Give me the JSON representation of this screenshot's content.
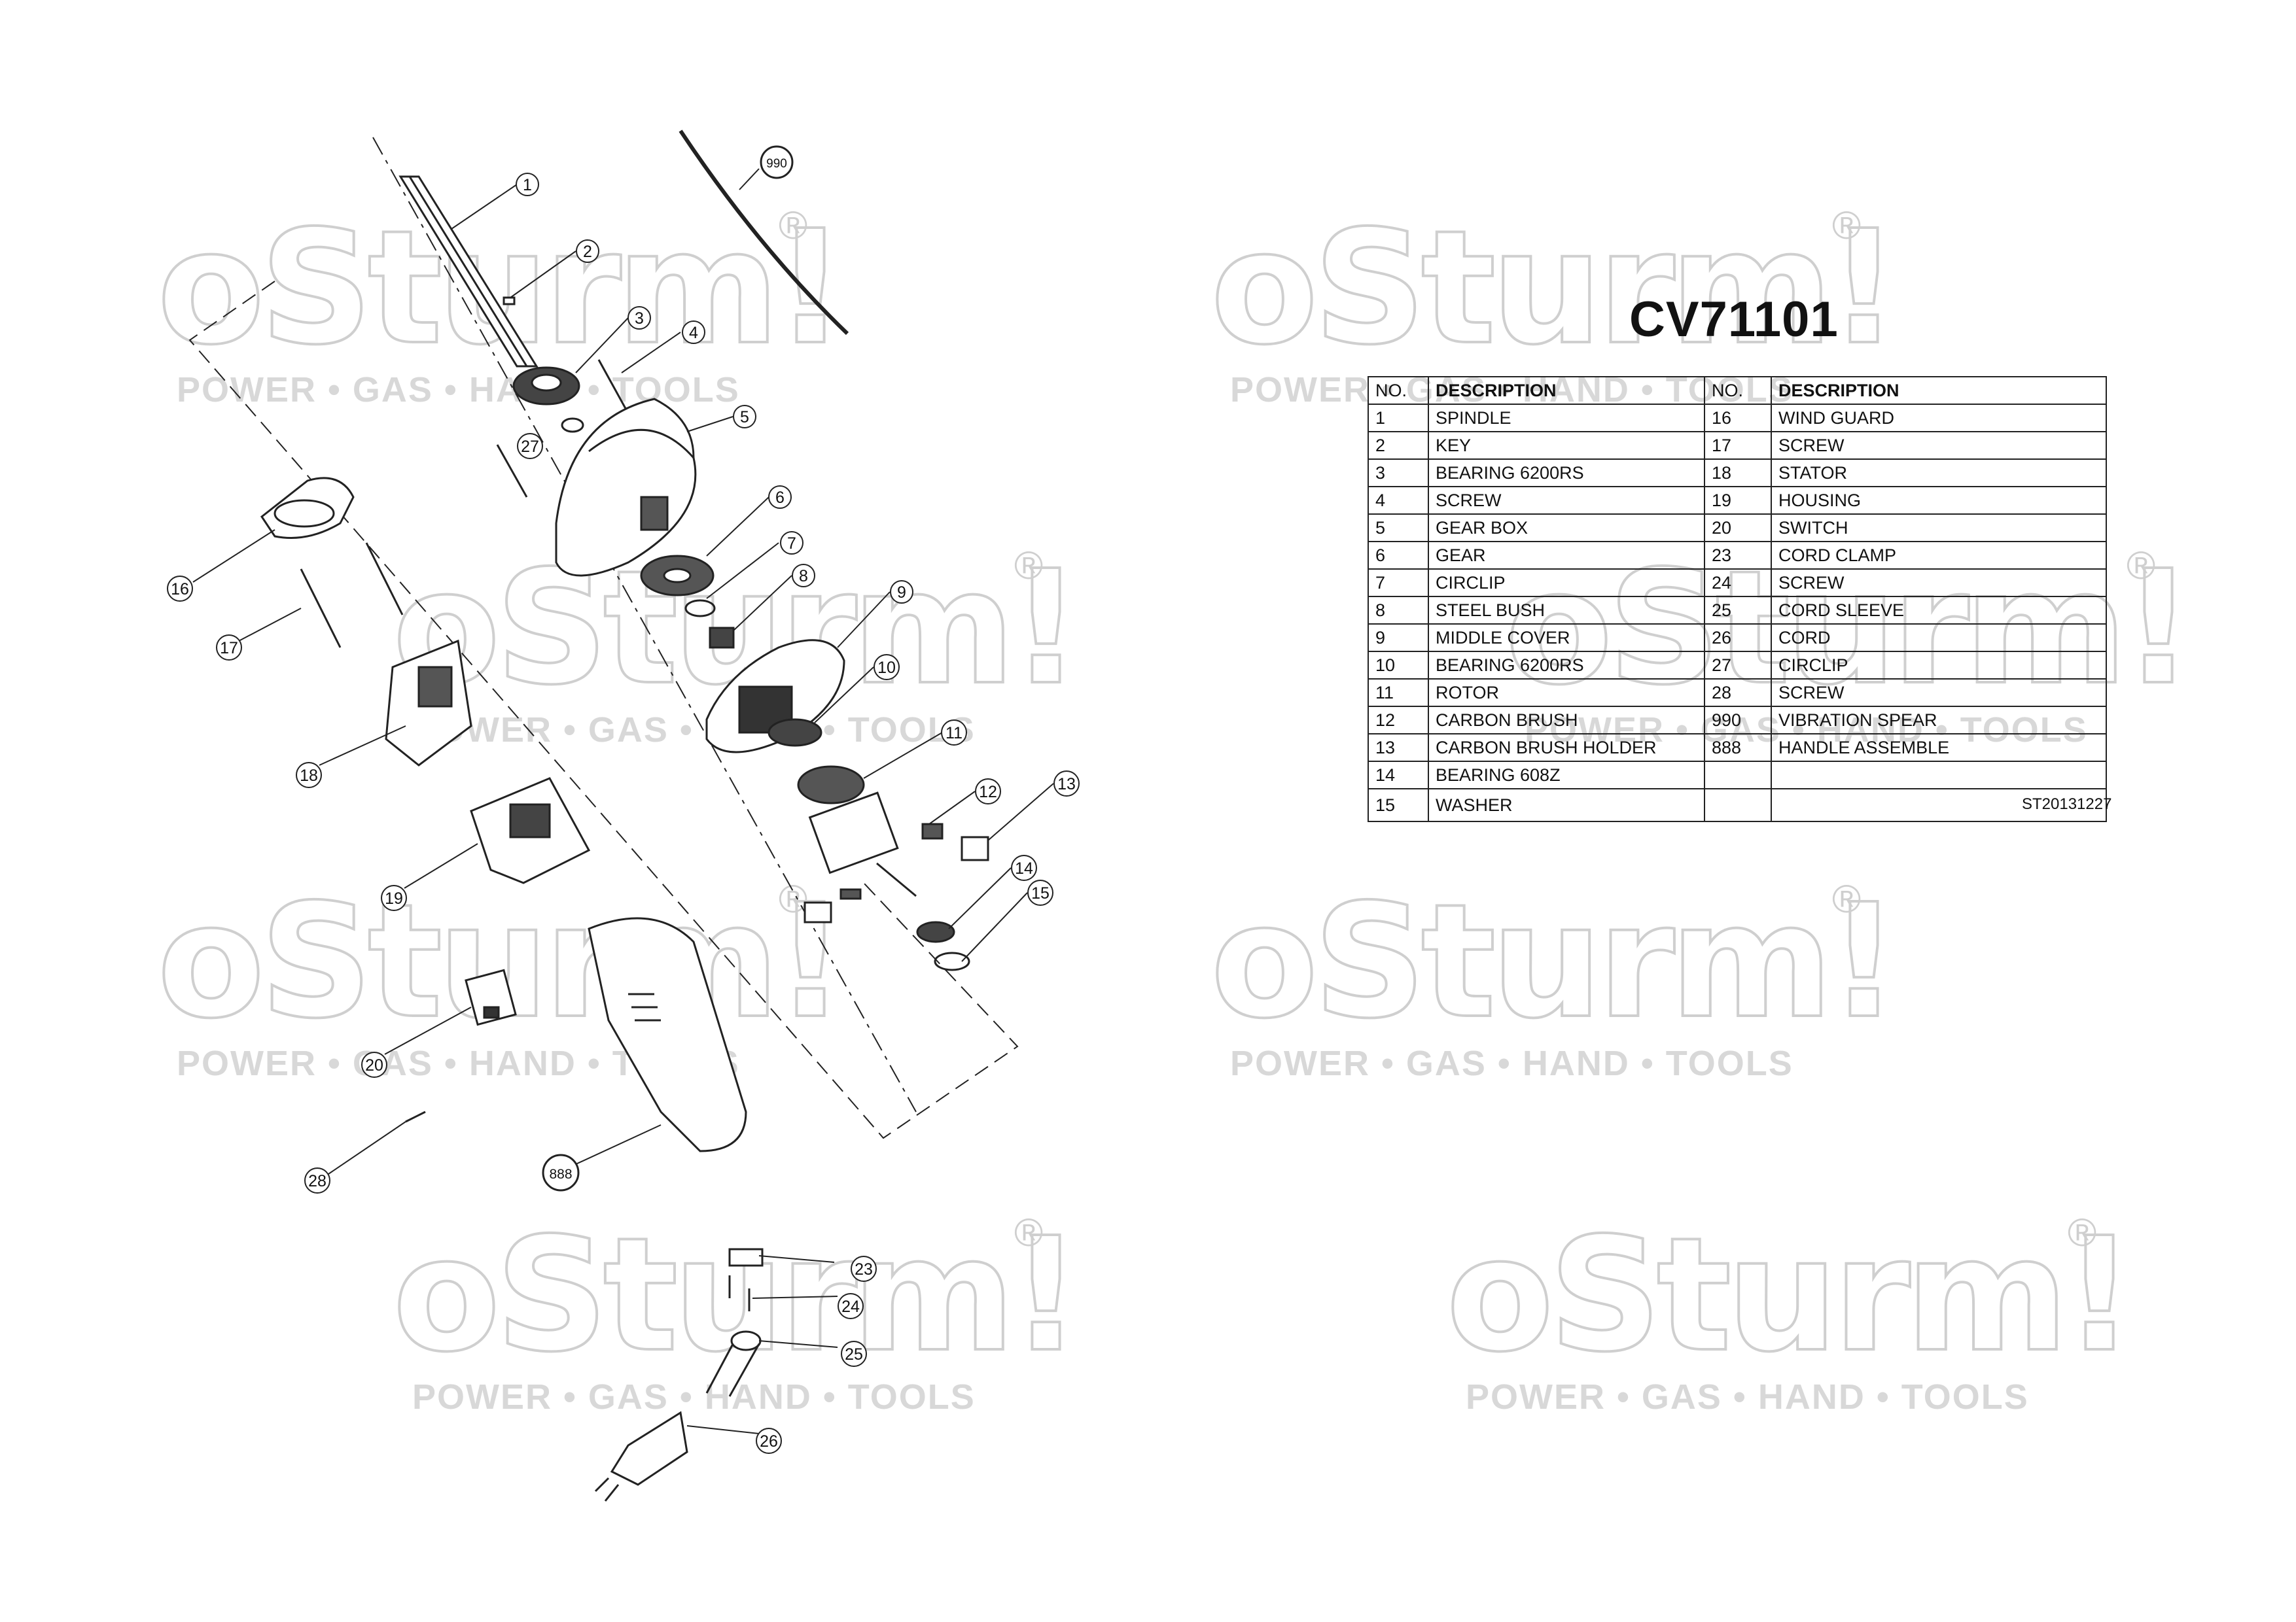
{
  "watermark": {
    "logo": "oSturm!",
    "registered": "®",
    "tagline": "POWER • GAS • HAND • TOOLS"
  },
  "model": "CV71101",
  "table": {
    "headers": {
      "no": "NO.",
      "description": "DESCRIPTION"
    },
    "left": [
      {
        "no": "1",
        "desc": "SPINDLE"
      },
      {
        "no": "2",
        "desc": "KEY"
      },
      {
        "no": "3",
        "desc": "BEARING 6200RS"
      },
      {
        "no": "4",
        "desc": "SCREW"
      },
      {
        "no": "5",
        "desc": "GEAR BOX"
      },
      {
        "no": "6",
        "desc": "GEAR"
      },
      {
        "no": "7",
        "desc": "CIRCLIP"
      },
      {
        "no": "8",
        "desc": "STEEL BUSH"
      },
      {
        "no": "9",
        "desc": "MIDDLE COVER"
      },
      {
        "no": "10",
        "desc": "BEARING 6200RS"
      },
      {
        "no": "11",
        "desc": "ROTOR"
      },
      {
        "no": "12",
        "desc": "CARBON BRUSH"
      },
      {
        "no": "13",
        "desc": "CARBON BRUSH HOLDER"
      },
      {
        "no": "14",
        "desc": "BEARING 608Z"
      },
      {
        "no": "15",
        "desc": "WASHER"
      }
    ],
    "right": [
      {
        "no": "16",
        "desc": "WIND GUARD"
      },
      {
        "no": "17",
        "desc": "SCREW"
      },
      {
        "no": "18",
        "desc": "STATOR"
      },
      {
        "no": "19",
        "desc": "HOUSING"
      },
      {
        "no": "20",
        "desc": "SWITCH"
      },
      {
        "no": "23",
        "desc": "CORD CLAMP"
      },
      {
        "no": "24",
        "desc": "SCREW"
      },
      {
        "no": "25",
        "desc": "CORD SLEEVE"
      },
      {
        "no": "26",
        "desc": "CORD"
      },
      {
        "no": "27",
        "desc": "CIRCLIP"
      },
      {
        "no": "28",
        "desc": "SCREW"
      },
      {
        "no": "990",
        "desc": "VIBRATION SPEAR"
      },
      {
        "no": "888",
        "desc": "HANDLE ASSEMBLE"
      },
      {
        "no": "",
        "desc": ""
      },
      {
        "no": "",
        "desc": ""
      }
    ]
  },
  "document_code": "ST20131227",
  "callouts": [
    "1",
    "2",
    "3",
    "4",
    "5",
    "6",
    "7",
    "8",
    "9",
    "10",
    "11",
    "12",
    "13",
    "14",
    "15",
    "16",
    "17",
    "18",
    "19",
    "20",
    "23",
    "24",
    "25",
    "26",
    "27",
    "28",
    "888",
    "990"
  ]
}
